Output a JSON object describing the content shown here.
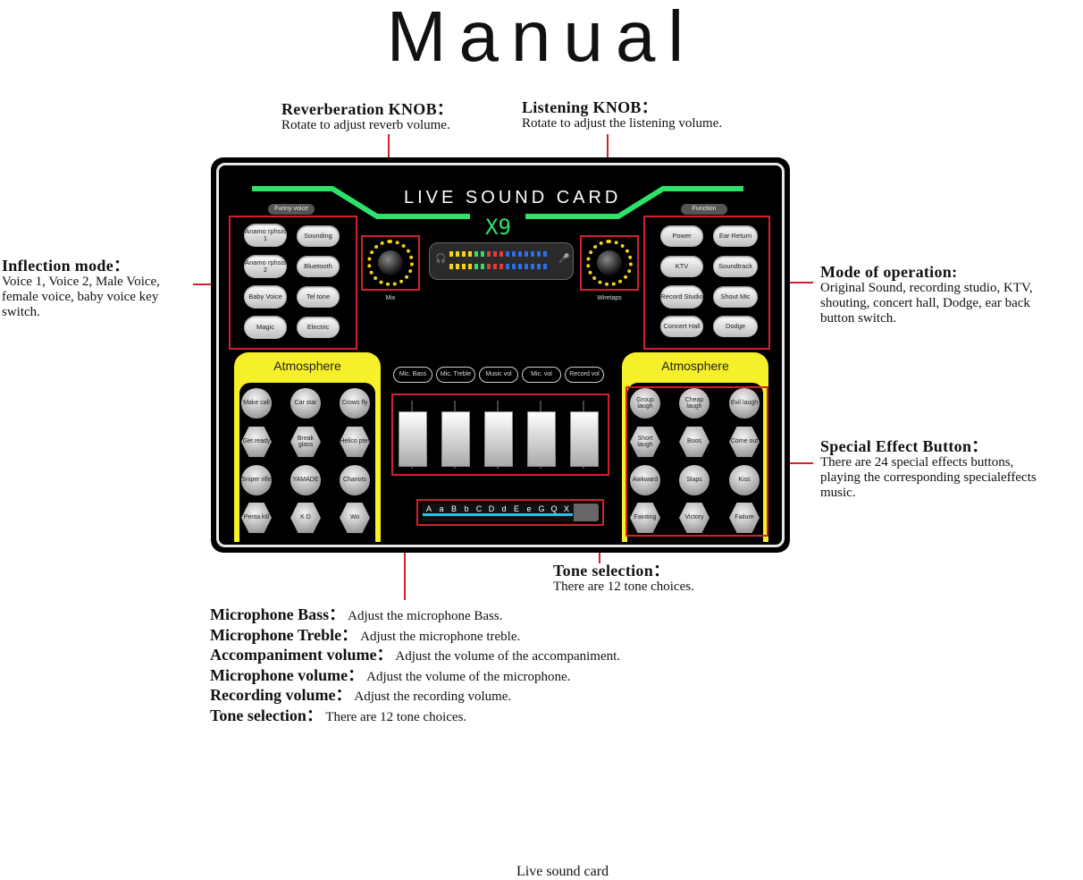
{
  "page_title": "Manual",
  "annotations": {
    "reverb": {
      "title": "Reverberation KNOB：",
      "text": "Rotate to adjust reverb volume."
    },
    "listening": {
      "title": "Listening KNOB：",
      "text": "Rotate to adjust the listening volume."
    },
    "inflection": {
      "title": "Inflection mode：",
      "lines": [
        "Voice 1, Voice 2, Male Voice,",
        "female voice, baby voice key",
        "switch."
      ]
    },
    "operation": {
      "title": "Mode of operation:",
      "lines": [
        "Original Sound, recording studio, KTV,",
        "shouting, concert hall, Dodge, ear back",
        "button switch."
      ]
    },
    "special": {
      "title": "Special Effect Button：",
      "lines": [
        "There are 24 special effects buttons,",
        "playing the corresponding specialeffects",
        "music."
      ]
    },
    "tone": {
      "title": "Tone selection：",
      "text": "There are 12 tone choices."
    }
  },
  "bottom_list": [
    {
      "term": "Microphone Bass：",
      "desc": "Adjust the microphone Bass."
    },
    {
      "term": "Microphone Treble：",
      "desc": "Adjust the microphone treble."
    },
    {
      "term": "Accompaniment volume：",
      "desc": "Adjust the volume of the accompaniment."
    },
    {
      "term": "Microphone volume：",
      "desc": "Adjust the volume of the microphone."
    },
    {
      "term": "Recording volume：",
      "desc": "Adjust the recording volume."
    },
    {
      "term": "Tone selection：",
      "desc": "There are 12 tone choices."
    }
  ],
  "footer_text": "Live sound card",
  "device": {
    "name": "LIVE SOUND CARD",
    "model": "X9",
    "funny_voice_tag": "Funny voice",
    "function_tag": "Function",
    "mix_label": "Mix",
    "wiretaps_label": "Wiretaps",
    "funny_voice_buttons": [
      "Anamo rphsis 1",
      "Sounding",
      "Anamo rphsis 2",
      "Bluetooth",
      "Baby Voice",
      "Tel tone",
      "Magic",
      "Electric"
    ],
    "function_buttons": [
      "Power",
      "Ear Return",
      "KTV",
      "Soundtrack",
      "Record Studio",
      "Shout Mic",
      "Concert Hall",
      "Dodge"
    ],
    "atmosphere_label": "Atmosphere",
    "left_effects": [
      "Make call",
      "Car star",
      "Crows fly",
      "Get ready",
      "Break glass",
      "Helico pter",
      "Sniper rifle",
      "YAMADE",
      "Chariots",
      "Penta kill",
      "K D",
      "Wo"
    ],
    "right_effects": [
      "Group laugh",
      "Cheap laugh",
      "Evil laugh",
      "Short laugh",
      "Boos",
      "Come out",
      "Awkward",
      "Slaps",
      "Kiss",
      "Fainting",
      "Victory",
      "Failure"
    ],
    "slider_labels": [
      "Mic. Bass",
      "Mic. Treble",
      "Music vol",
      "Mic. vol",
      "Record vol"
    ],
    "tones": [
      "A",
      "a",
      "B",
      "b",
      "C",
      "D",
      "d",
      "E",
      "e",
      "G",
      "Q",
      "X"
    ]
  },
  "colors": {
    "annotation_line": "#d3202e",
    "accent_green": "#2de26a",
    "atmosphere_yellow": "#f5f029",
    "tone_led": "#26c5e8"
  }
}
